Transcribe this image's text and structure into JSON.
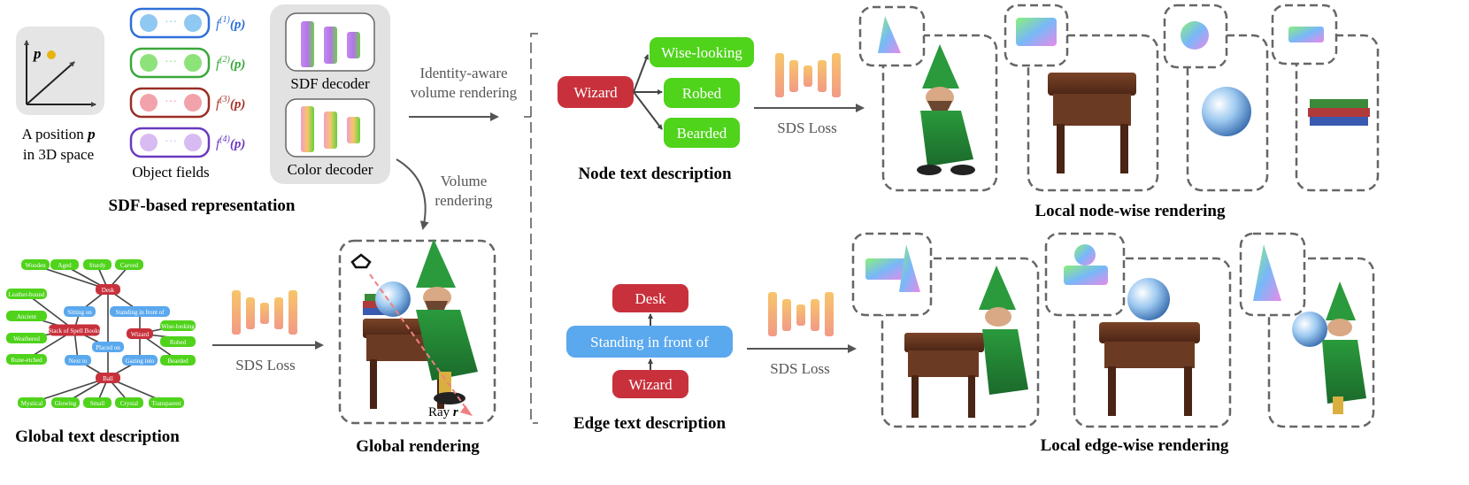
{
  "sdf": {
    "position_p": "p",
    "position_label_1": "A position",
    "position_label_2": "in 3D space",
    "fields": [
      {
        "label": "f",
        "sup": "(1)",
        "arg": "(p)",
        "color": "#2f6fd8",
        "pill": "#2f6fd8",
        "dot": "#8fc8f0"
      },
      {
        "label": "f",
        "sup": "(2)",
        "arg": "(p)",
        "color": "#3aa83a",
        "pill": "#3aa83a",
        "dot": "#8ee27a"
      },
      {
        "label": "f",
        "sup": "(3)",
        "arg": "(p)",
        "color": "#a83228",
        "pill": "#9a2e26",
        "dot": "#f2a2aa"
      },
      {
        "label": "f",
        "sup": "(4)",
        "arg": "(p)",
        "color": "#6a3ac0",
        "pill": "#6a3ac0",
        "dot": "#d8bbf2"
      }
    ],
    "dots": "···",
    "object_fields": "Object fields",
    "sdf_decoder": "SDF decoder",
    "color_decoder": "Color decoder",
    "section_title": "SDF-based representation"
  },
  "arrows": {
    "identity_1": "Identity-aware",
    "identity_2": "volume rendering",
    "volume_1": "Volume",
    "volume_2": "rendering"
  },
  "node": {
    "root": "Wizard",
    "children": [
      "Wise-looking",
      "Robed",
      "Bearded"
    ],
    "title": "Node text description",
    "sds": "SDS Loss"
  },
  "edge": {
    "top": "Desk",
    "mid": "Standing in front of",
    "bottom": "Wizard",
    "title": "Edge text description",
    "sds": "SDS Loss"
  },
  "global": {
    "graph": {
      "top_leaves": [
        "Wooden",
        "Aged",
        "Sturdy",
        "Carved"
      ],
      "desk": "Desk",
      "left_leaves": [
        "Leather-bound",
        "Ancient",
        "Weathered",
        "Rune-etched"
      ],
      "stack": "Stack of Spell Books",
      "sitting_on": "Sitting on",
      "standing": "Standing in front of",
      "placed_on": "Placed on",
      "wizard": "Wizard",
      "wizard_leaves": [
        "Wise-looking",
        "Robed",
        "Bearded"
      ],
      "next_to": "Next to",
      "gazing": "Gazing into",
      "ball": "Ball",
      "bottom_leaves": [
        "Mystical",
        "Glowing",
        "Small",
        "Crystal",
        "Transparent"
      ]
    },
    "title": "Global text description",
    "sds": "SDS Loss",
    "render_title": "Global rendering",
    "ray": "Ray",
    "ray_r": "r"
  },
  "local": {
    "node_title": "Local node-wise rendering",
    "edge_title": "Local edge-wise rendering"
  },
  "colors": {
    "red": "#c8313c",
    "green": "#4fd31b",
    "blue": "#5aa8ee",
    "gray_text": "#555555"
  }
}
